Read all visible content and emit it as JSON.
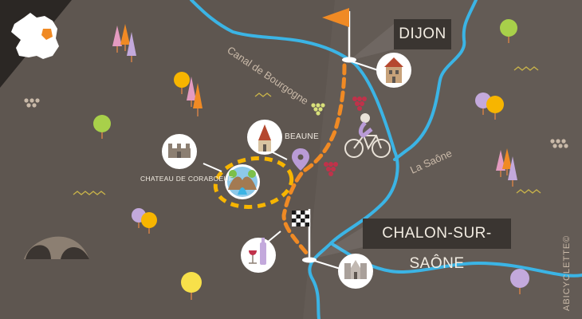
{
  "cities": {
    "start": {
      "name": "DIJON"
    },
    "finish": {
      "name": "CHALON-SUR-SAÔNE"
    },
    "via": {
      "name": "BEAUNE"
    }
  },
  "places": {
    "chateau": {
      "name": "CHATEAU DE CORABOEUF"
    }
  },
  "waterways": {
    "canal": "Canal de Bourgogne",
    "river": "La Saône"
  },
  "credit": "ABICYCLETTE©",
  "colors": {
    "background": "#5e5650",
    "river": "#3bb4e5",
    "route": "#f08a24",
    "detour": "#f7b500",
    "label_box": "#3a3531",
    "grapes": "#c0324a"
  },
  "icons": [
    "france-inset-icon",
    "start-flag-icon",
    "finish-flag-icon",
    "cyclist-icon",
    "location-pin-icon",
    "house-icon",
    "cathedral-icon",
    "castle-icon",
    "church-icon",
    "wine-icon",
    "gorge-icon",
    "grapes-icon",
    "tree-icon",
    "tunnel-icon"
  ]
}
